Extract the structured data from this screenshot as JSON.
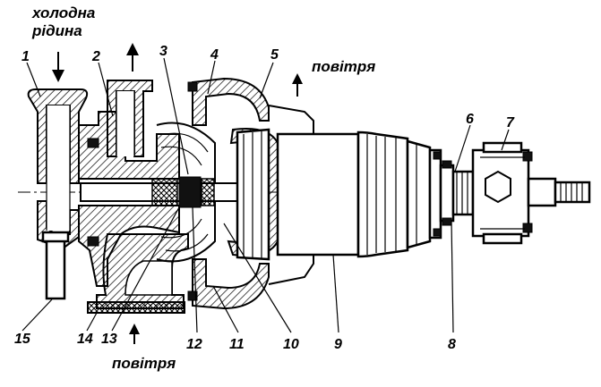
{
  "labels": {
    "cold_liquid_line1": "холодна",
    "cold_liquid_line2": "рідина",
    "air_top": "повітря",
    "air_bottom": "повітря"
  },
  "callouts": [
    "1",
    "2",
    "3",
    "4",
    "5",
    "6",
    "7",
    "8",
    "9",
    "10",
    "11",
    "12",
    "13",
    "14",
    "15"
  ]
}
